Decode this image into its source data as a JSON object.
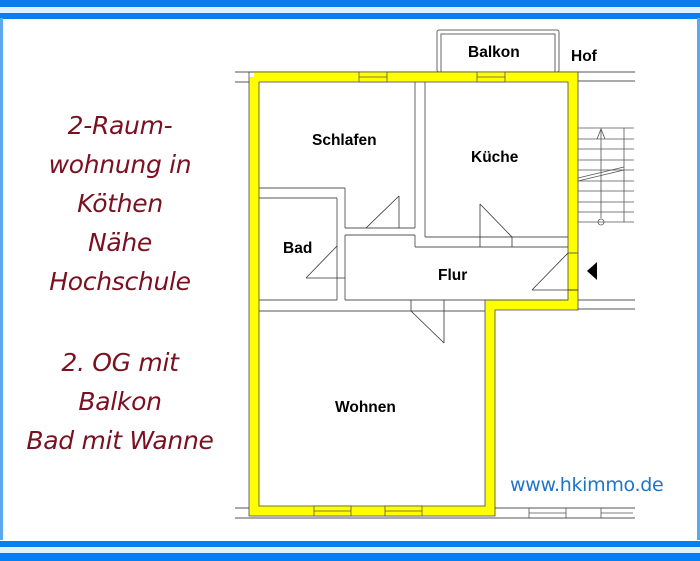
{
  "frame": {
    "border_color": "#0a7ef0",
    "stripe_color": "#dff1ff"
  },
  "promo": {
    "lines_top": [
      "2-Raum-",
      "wohnung in",
      "Köthen",
      "Nähe",
      "Hochschule"
    ],
    "lines_bottom": [
      "2. OG mit",
      "Balkon",
      "Bad mit Wanne"
    ],
    "color": "#7a1020"
  },
  "floorplan": {
    "rooms": {
      "balkon": "Balkon",
      "hof": "Hof",
      "schlafen": "Schlafen",
      "kueche": "Küche",
      "bad": "Bad",
      "flur": "Flur",
      "wohnen": "Wohnen"
    },
    "wall_highlight_color": "#ffff00",
    "entrance_icon": "entrance-arrow-icon",
    "stair_icon": "staircase-icon"
  },
  "footer": {
    "website": "www.hkimmo.de",
    "website_color": "#1f74c9"
  }
}
